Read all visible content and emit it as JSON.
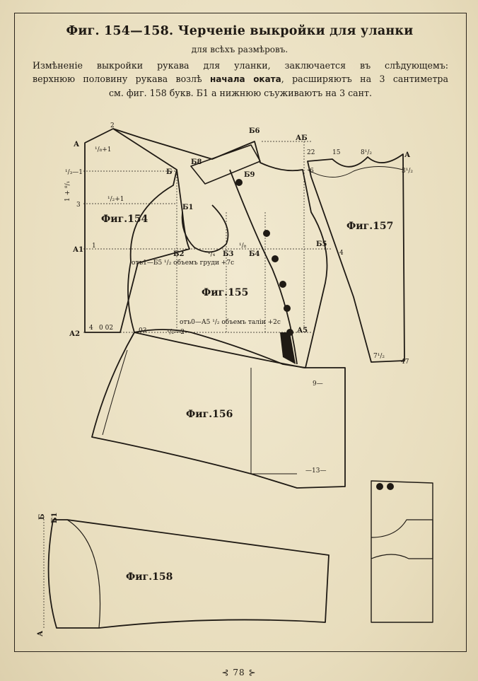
{
  "header": {
    "title": "Фиг. 154—158. Черченіе выкройки для уланки",
    "subtitle": "для всѣхъ размѣровъ.",
    "line1": "Измѣненіе выкройки рукава для уланки, заключается въ слѣдующемъ:",
    "line2_a": "верхнюю половину рукава возлѣ",
    "line2_bold": "начала оката",
    "line2_b": ", расширяютъ на 3 сантиметра",
    "line3": "см. фиг. 158 букв. Б1 а нижнюю съуживаютъ на 3 сант."
  },
  "figures": {
    "f154": "Фиг.154",
    "f155": "Фиг.155",
    "f156": "Фиг.156",
    "f157": "Фиг.157",
    "f158": "Фиг.158"
  },
  "labels": {
    "A": "А",
    "A1": "А1",
    "A2": "А2",
    "A5": "А5",
    "AB": "АБ",
    "B": "Б",
    "B1": "Б1",
    "B2": "Б2",
    "B3": "Б3",
    "B4": "Б4",
    "B5": "Б5",
    "B6": "Б6",
    "B8": "Б8",
    "B9": "Б9",
    "n1": "1",
    "n2": "2",
    "n3": "3",
    "n4": "4",
    "n9": "9—",
    "n13": "—13—",
    "n22": "22",
    "n15": "15",
    "n8h": "8¹/₂",
    "n3h": "3¹/₂",
    "n6": "6",
    "n7h": "7¹/₂",
    "n47": "47",
    "n03": "03",
    "n02": "0 02",
    "frac_half1": "¹/₂+1",
    "frac_third": "¹/₃—1",
    "frac_8": "¹/₈+1",
    "frac_quarter": "¹/₄",
    "frac_eighth": "¹/₈",
    "frac_half2": "¹/₂—2",
    "chest": "отъ1—Б5 ¹/₂ объемъ груди +7с",
    "waist": "отъ0—А5 ¹/₂ объемъ таліи +2с",
    "vert": "1 + ⁸/₁"
  },
  "footer": {
    "page_number": "78"
  }
}
